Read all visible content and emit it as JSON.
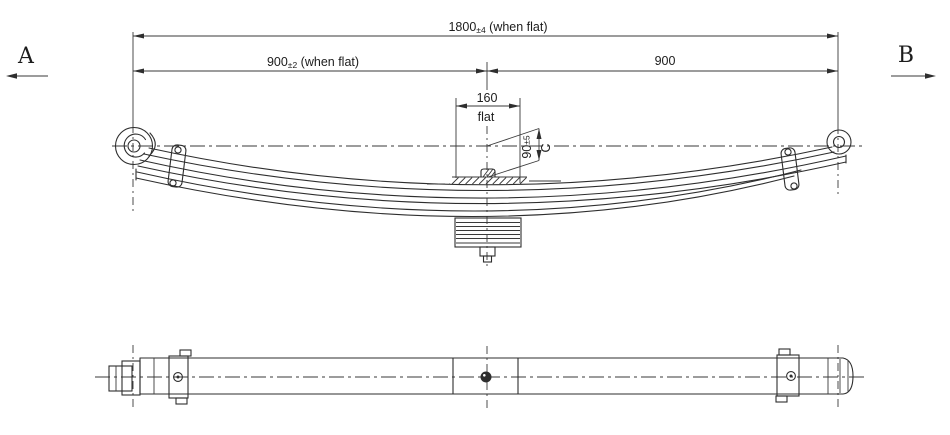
{
  "document": {
    "type": "technical-drawing",
    "subject": "semi-elliptic leaf spring assembly, side elevation and bottom plan view"
  },
  "view_labels": {
    "a": "A",
    "b": "B"
  },
  "dims": {
    "overall": {
      "value": "1800",
      "tol": "±4",
      "note": " (when flat)"
    },
    "left_half": {
      "value": "900",
      "tol": "±2",
      "note": " (when flat)"
    },
    "right_half": {
      "value": "900"
    },
    "seat": {
      "value": "160",
      "note": "flat"
    },
    "camber": {
      "value": "90",
      "tol": "±5",
      "label": "C"
    }
  },
  "colors": {
    "line": "#2e2e2e",
    "text": "#1c1c1c",
    "background": "#ffffff"
  }
}
